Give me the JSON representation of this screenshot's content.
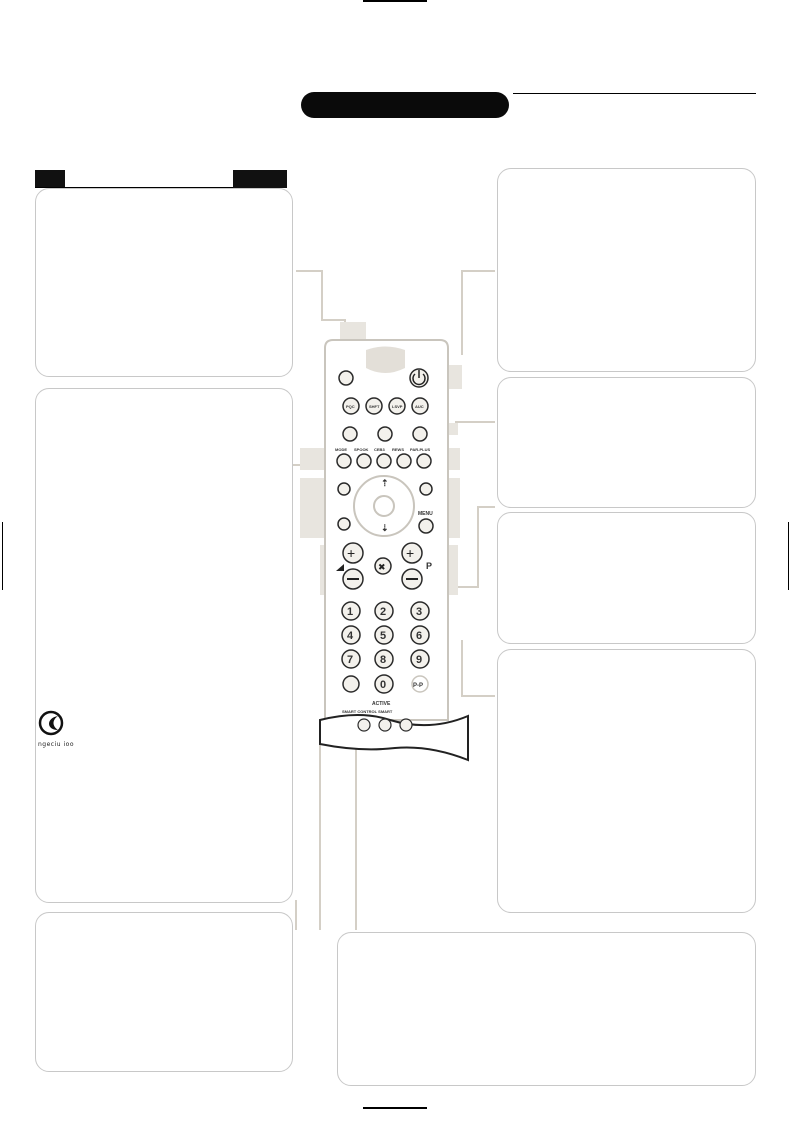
{
  "logo": {
    "caption": "ngeciu ioo",
    "icon": "c-swirl-icon"
  },
  "remote": {
    "source_keys": [
      "PQC",
      "SHFT",
      "LSVP",
      "AUC"
    ],
    "mode_labels": [
      "MODE",
      "SPOOK",
      "CEB3",
      "REWS",
      "PAR-PLUS"
    ],
    "menu_label": "MENU",
    "digits": [
      "1",
      "2",
      "3",
      "4",
      "5",
      "6",
      "7",
      "8",
      "9",
      "0"
    ],
    "p_label": "P",
    "pip_label": "P-P",
    "active_label": "ACTIVE",
    "smart_labels": "SMART CONTROL SMART",
    "colors": {
      "outline": "#c9c5bd",
      "fill": "#e9e6e0",
      "button": "#2a2a2a",
      "key_face": "#f3f1ec"
    }
  }
}
